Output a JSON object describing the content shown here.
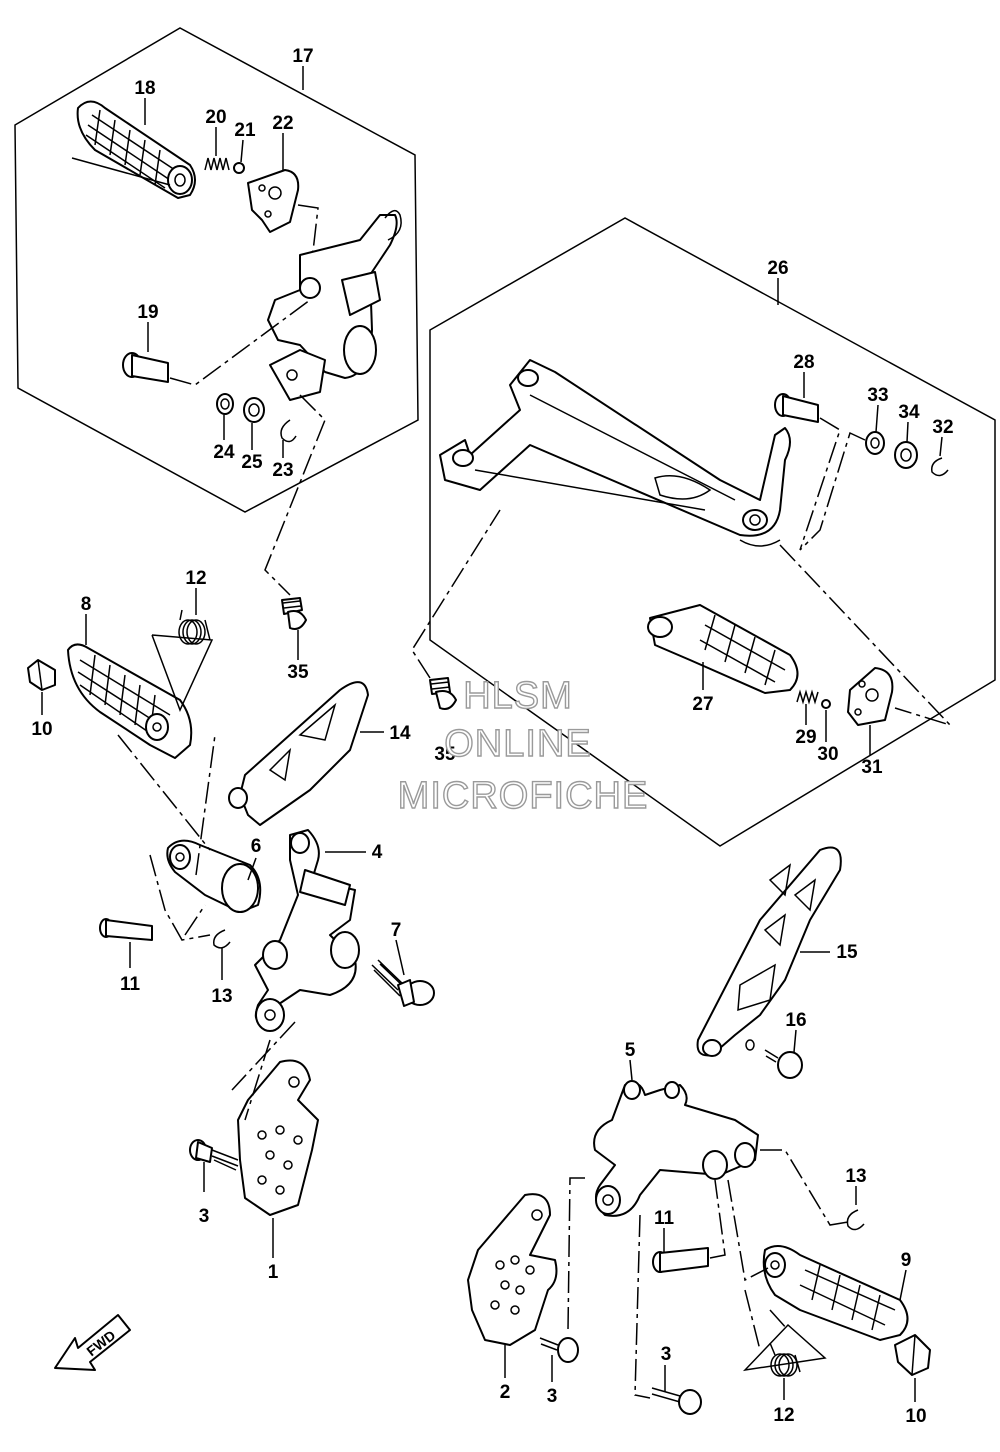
{
  "watermark": {
    "line1": "HLSM",
    "line2": "ONLINE",
    "line3": "MICROFICHE"
  },
  "direction": {
    "label": "FWD",
    "icon": "arrow-icon"
  },
  "callouts": {
    "c1": "1",
    "c2": "2",
    "c3a": "3",
    "c3b": "3",
    "c3c": "3",
    "c4": "4",
    "c5": "5",
    "c6": "6",
    "c7": "7",
    "c8": "8",
    "c9": "9",
    "c10a": "10",
    "c10b": "10",
    "c11a": "11",
    "c11b": "11",
    "c12a": "12",
    "c12b": "12",
    "c13a": "13",
    "c13b": "13",
    "c14": "14",
    "c15": "15",
    "c16": "16",
    "c17": "17",
    "c18": "18",
    "c19": "19",
    "c20": "20",
    "c21": "21",
    "c22": "22",
    "c23": "23",
    "c24": "24",
    "c25": "25",
    "c26": "26",
    "c27": "27",
    "c28": "28",
    "c29": "29",
    "c30": "30",
    "c31": "31",
    "c32": "32",
    "c33": "33",
    "c34": "34",
    "c35a": "35",
    "c35b": "35"
  }
}
